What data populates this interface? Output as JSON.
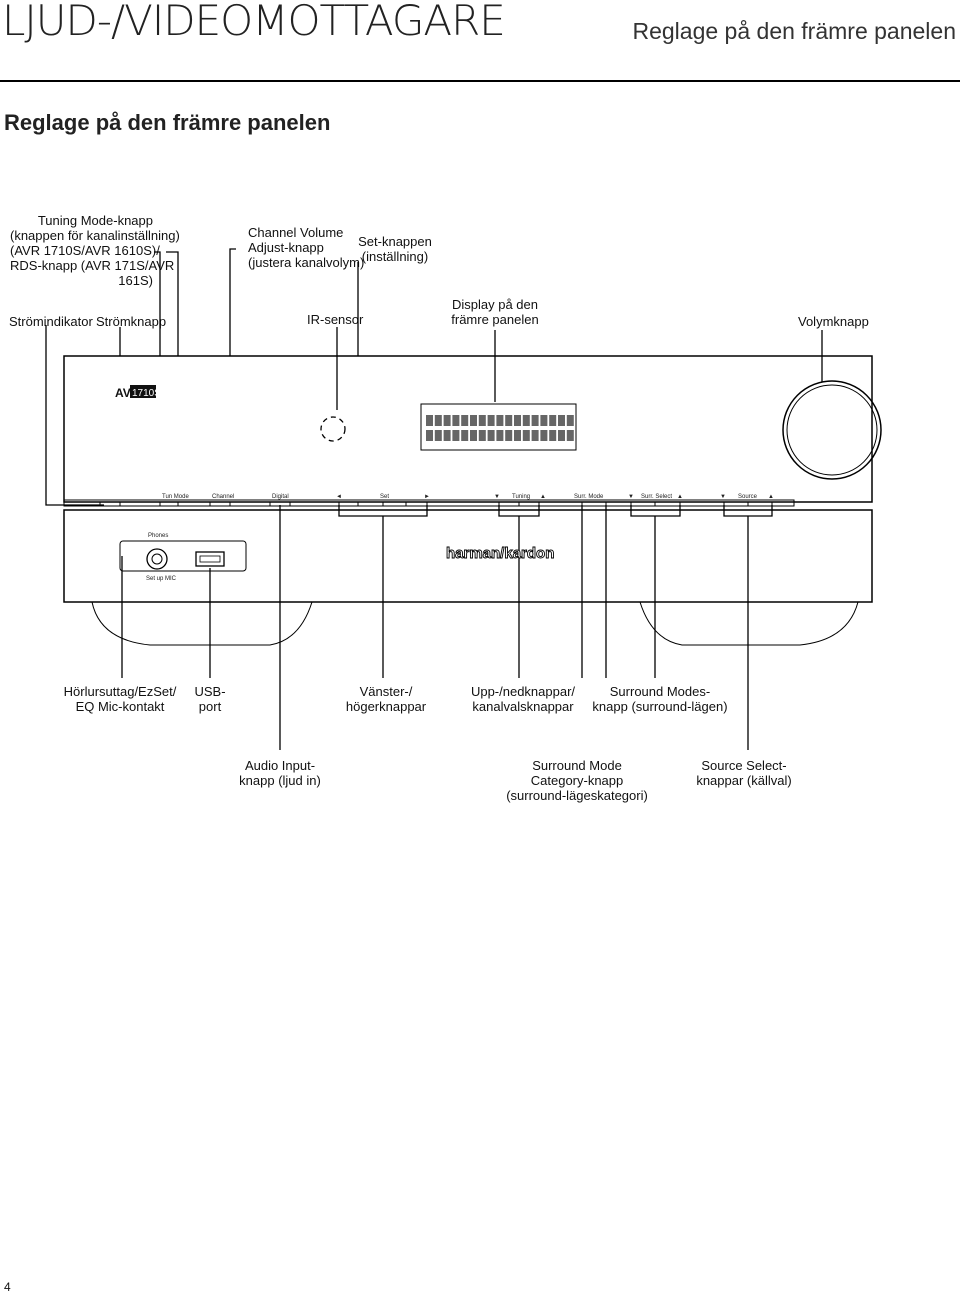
{
  "header": {
    "title": "LJUD-/VIDEOMOTTAGARE",
    "subtitle": "Reglage på den främre panelen"
  },
  "section_title": "Reglage på den främre panelen",
  "top_labels": {
    "tuning_mode": [
      "Tuning Mode-knapp",
      "(knappen för kanalinställning)",
      "(AVR 1710S/AVR 1610S)/",
      "RDS-knapp (AVR 171S/AVR",
      "161S)"
    ],
    "channel_volume": [
      "Channel Volume",
      "Adjust-knapp",
      "(justera kanalvolym)"
    ],
    "set_button": [
      "Set-knappen",
      "(inställning)"
    ],
    "power_indicator": "Strömindikator",
    "power_button": "Strömknapp",
    "ir_sensor": "IR-sensor",
    "display": [
      "Display på den",
      "främre panelen"
    ],
    "volume_knob": "Volymknapp"
  },
  "device": {
    "model": "1710S",
    "brand": "harman/kardon",
    "phones": "Phones",
    "setup_mic": "Set up MIC",
    "button_labels": [
      "Tun Mode",
      "Channel",
      "Digital",
      "◄",
      "Set",
      "►",
      "▼",
      "Tuning",
      "▲",
      "Surr. Mode",
      "▼",
      "Surr. Select",
      "▲",
      "▼",
      "Source",
      "▲"
    ]
  },
  "bottom_labels": {
    "headphone": [
      "Hörlursuttag/EzSet/",
      "EQ Mic-kontakt"
    ],
    "usb": [
      "USB-",
      "port"
    ],
    "left_right": [
      "Vänster-/",
      "högerknappar"
    ],
    "up_down": [
      "Upp-/nedknappar/",
      "kanalvalsknappar"
    ],
    "surround_modes": [
      "Surround Modes-",
      "knapp (surround-lägen)"
    ],
    "audio_input": [
      "Audio Input-",
      "knapp (ljud in)"
    ],
    "surround_category": [
      "Surround Mode",
      "Category-knapp",
      "(surround-lägeskategori)"
    ],
    "source_select": [
      "Source Select-",
      "knappar (källval)"
    ]
  },
  "page_number": "4"
}
